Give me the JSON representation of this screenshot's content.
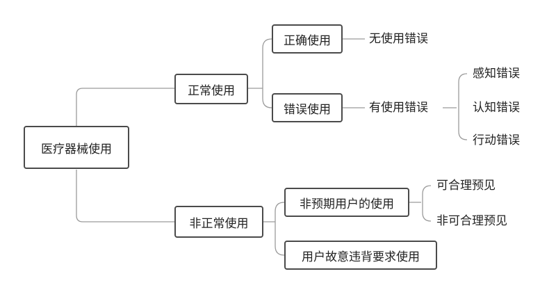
{
  "diagram": {
    "root": {
      "label": "医疗器械使用"
    },
    "normal_use": {
      "label": "正常使用",
      "correct_use": {
        "label": "正确使用",
        "result": "无使用错误"
      },
      "error_use": {
        "label": "错误使用",
        "result": "有使用错误",
        "error_types": [
          "感知错误",
          "认知错误",
          "行动错误"
        ]
      }
    },
    "abnormal_use": {
      "label": "非正常使用",
      "unexpected_user": {
        "label": "非预期用户的使用",
        "outcomes": [
          "可合理预见",
          "非可合理预见"
        ]
      },
      "intentional_violation": {
        "label": "用户故意违背要求使用"
      }
    }
  }
}
